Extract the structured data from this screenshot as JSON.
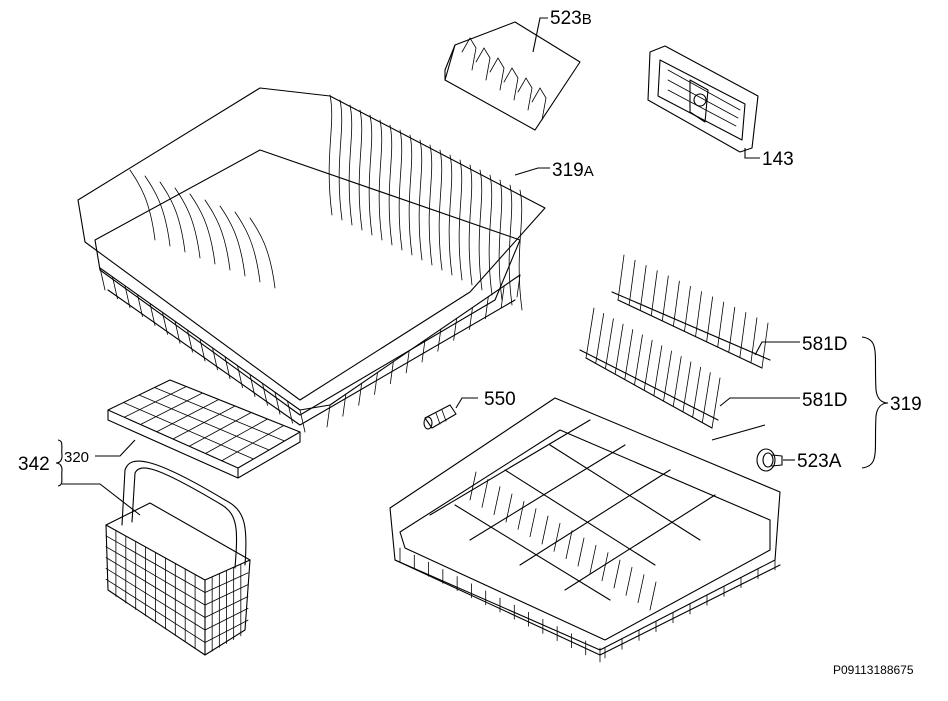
{
  "parts": {
    "p523b": {
      "num": "523",
      "suffix": "B"
    },
    "p143": {
      "num": "143",
      "suffix": ""
    },
    "p319a": {
      "num": "319",
      "suffix": "A"
    },
    "p581d_top": {
      "num": "581",
      "suffix": "D"
    },
    "p581d_bottom": {
      "num": "581",
      "suffix": "D"
    },
    "p550": {
      "num": "550",
      "suffix": ""
    },
    "p523a": {
      "num": "523",
      "suffix": "A"
    },
    "p319": {
      "num": "319",
      "suffix": ""
    },
    "p320": {
      "num": "320",
      "suffix": ""
    },
    "p342": {
      "num": "342",
      "suffix": ""
    }
  },
  "reference_code": "P09113188675",
  "colors": {
    "ink": "#000000",
    "background": "#ffffff"
  }
}
